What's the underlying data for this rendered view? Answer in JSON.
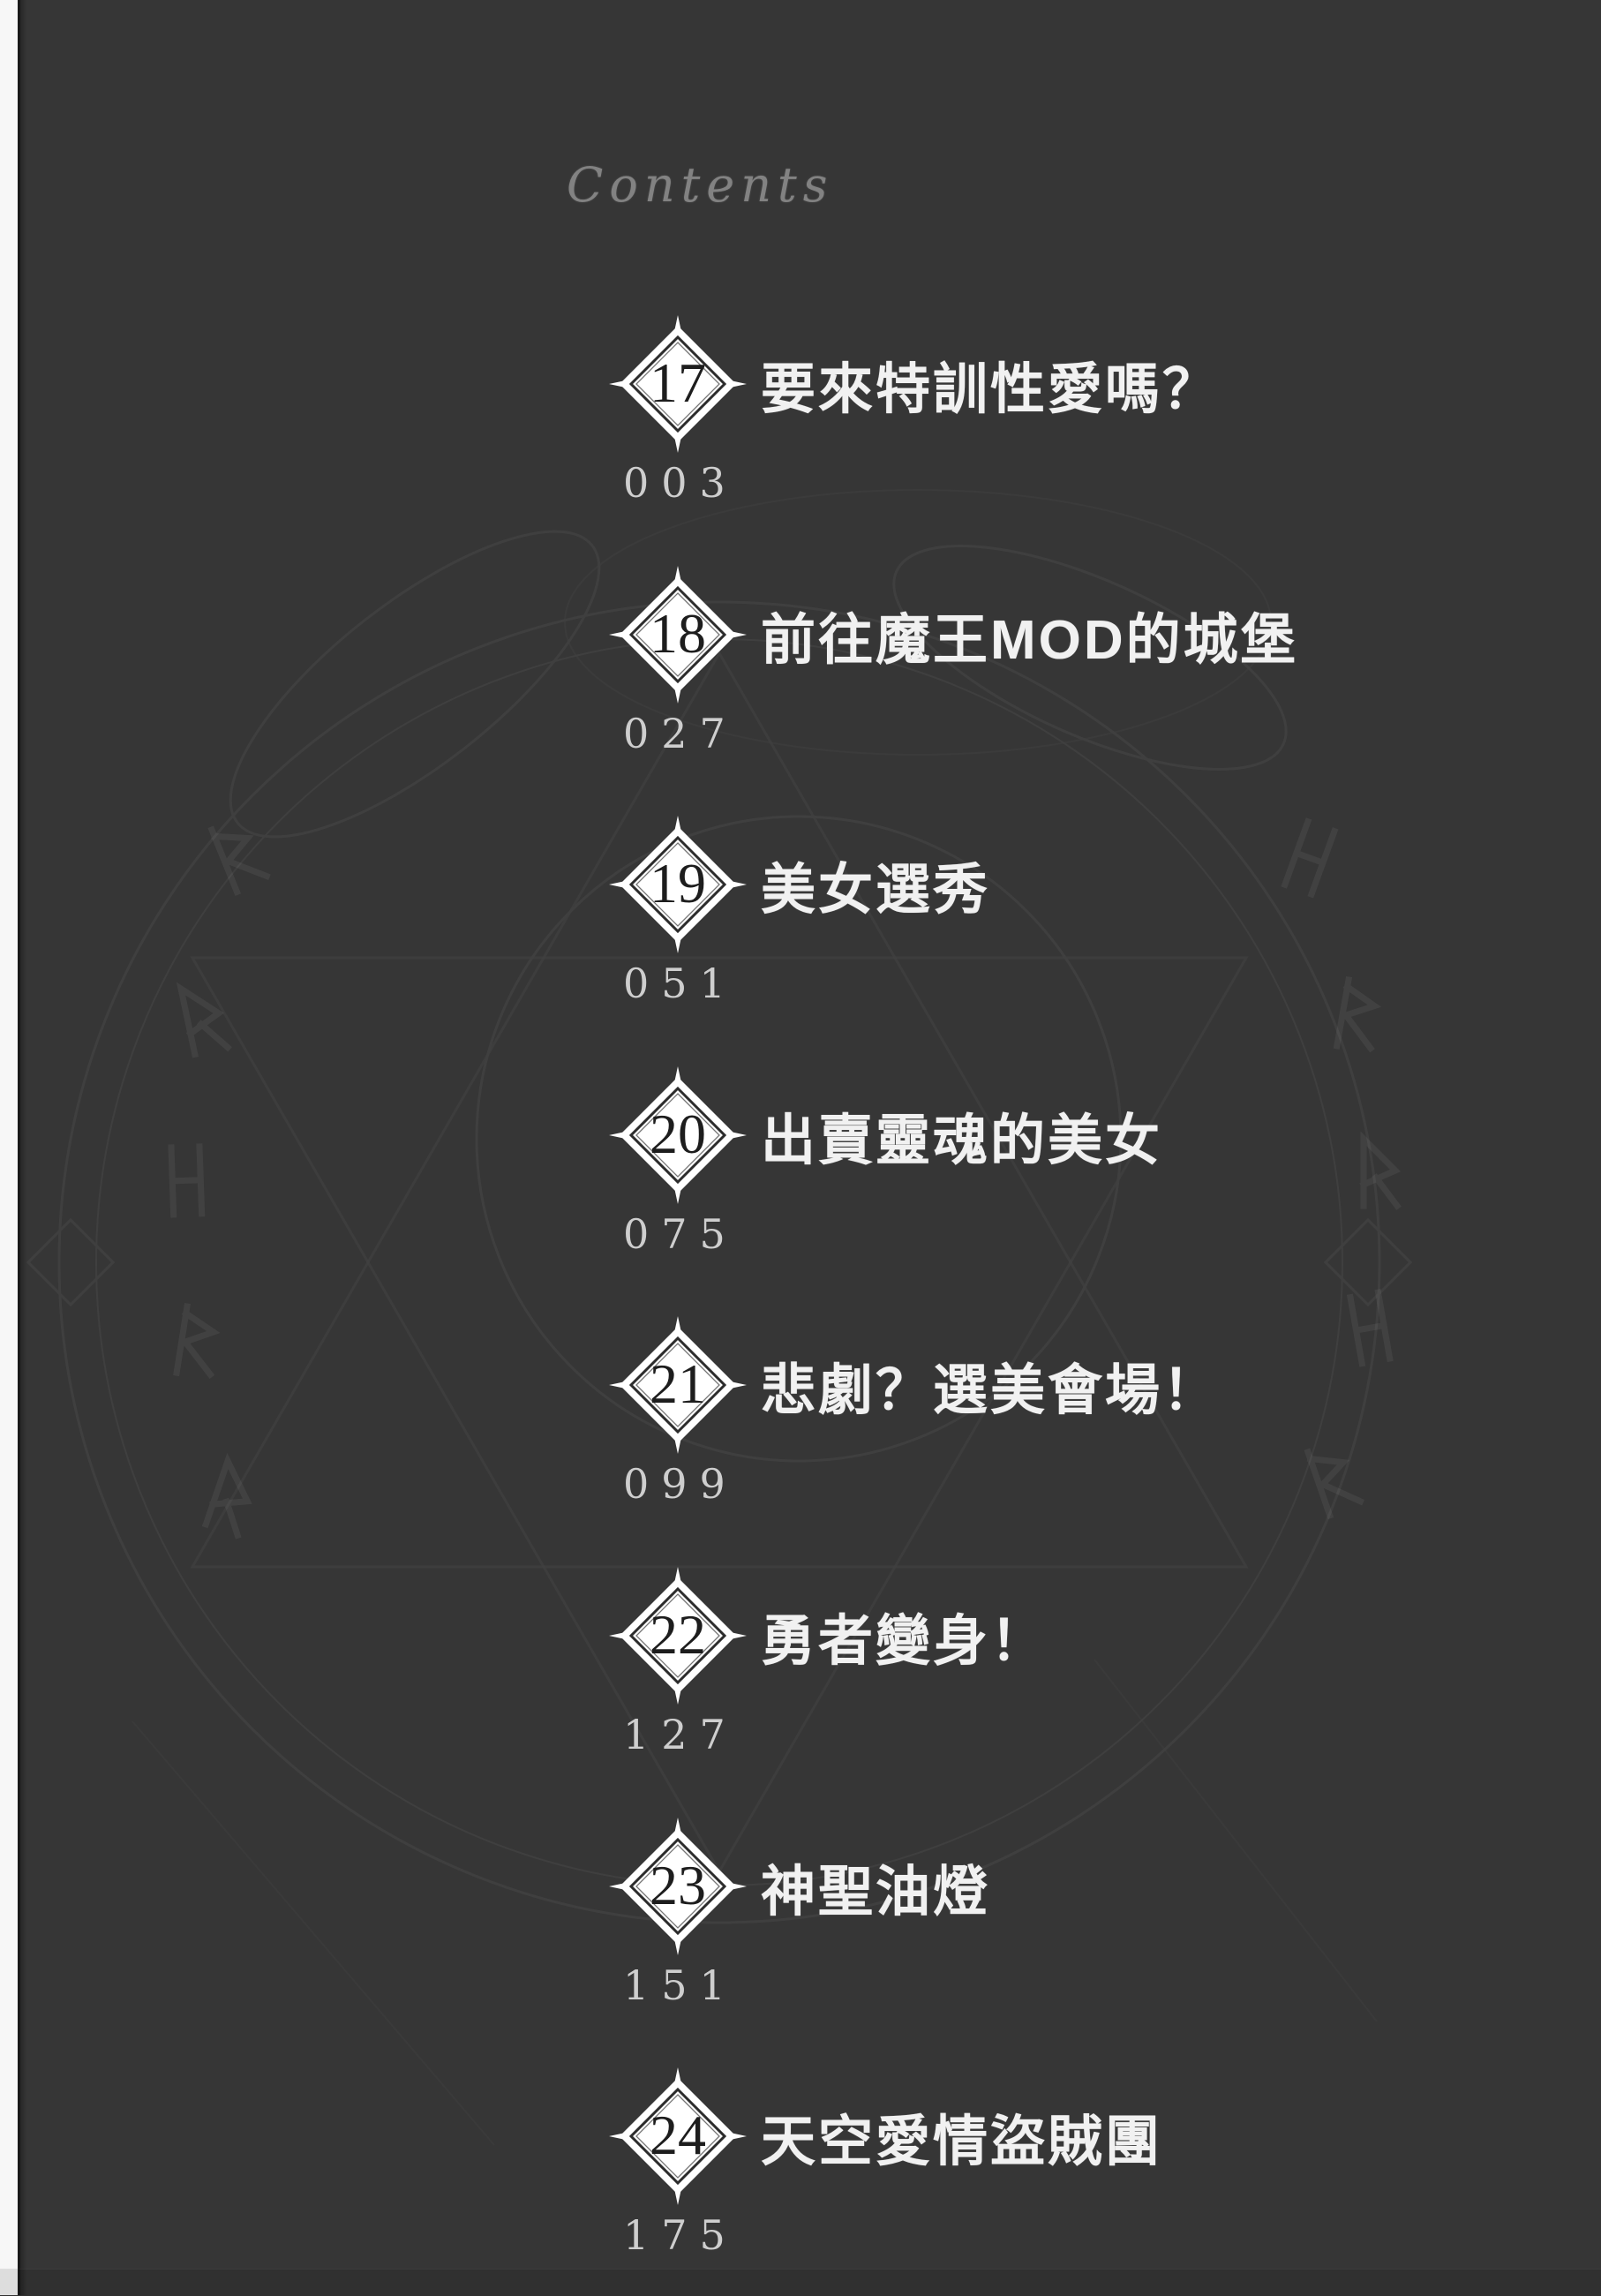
{
  "page": {
    "heading": "Contents",
    "background_color": "#363636",
    "paper_edge_color": "#f7f7f7"
  },
  "toc": {
    "entries": [
      {
        "number": "17",
        "title": "要來特訓性愛嗎？",
        "page": "003"
      },
      {
        "number": "18",
        "title": "前往魔王MOD的城堡",
        "page": "027"
      },
      {
        "number": "19",
        "title": "美女選秀",
        "page": "051"
      },
      {
        "number": "20",
        "title": "出賣靈魂的美女",
        "page": "075"
      },
      {
        "number": "21",
        "title": "悲劇？選美會場！",
        "page": "099"
      },
      {
        "number": "22",
        "title": "勇者變身！",
        "page": "127"
      },
      {
        "number": "23",
        "title": "神聖油燈",
        "page": "151"
      },
      {
        "number": "24",
        "title": "天空愛情盜賊團",
        "page": "175"
      }
    ]
  },
  "colors": {
    "chapter_title": "#f1f1f1",
    "page_number": "#dcdcdc",
    "diamond_fill": "#ffffff",
    "diamond_number": "#1d1d1d",
    "heading": "#969696",
    "watermark_stroke": "#ffffff"
  }
}
